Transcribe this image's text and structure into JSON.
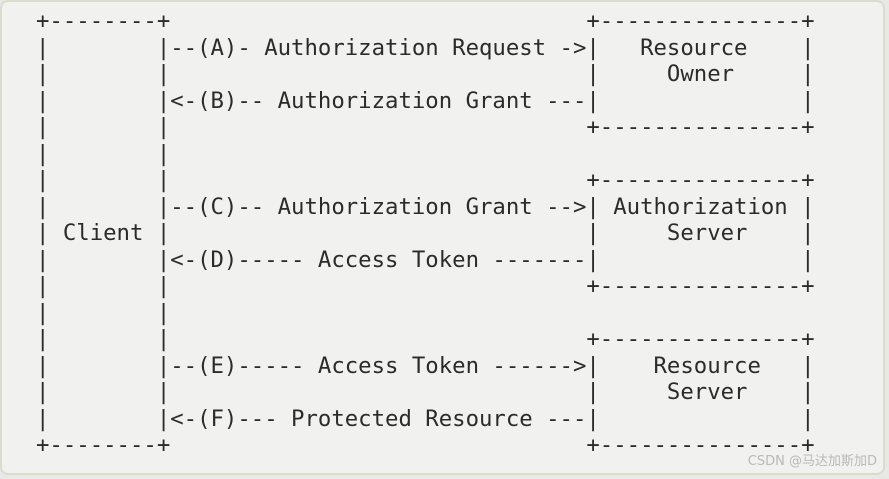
{
  "diagram": {
    "lines": [
      "+--------+                               +---------------+",
      "|        |--(A)- Authorization Request ->|   Resource    |",
      "|        |                               |     Owner     |",
      "|        |<-(B)-- Authorization Grant ---|               |",
      "|        |                               +---------------+",
      "|        |",
      "|        |                               +---------------+",
      "|        |--(C)-- Authorization Grant -->| Authorization |",
      "| Client |                               |     Server    |",
      "|        |<-(D)----- Access Token -------|               |",
      "|        |                               +---------------+",
      "|        |",
      "|        |                               +---------------+",
      "|        |--(E)----- Access Token ------>|    Resource   |",
      "|        |                               |     Server    |",
      "|        |<-(F)--- Protected Resource ---|               |",
      "+--------+                               +---------------+"
    ]
  },
  "watermark": "CSDN @马达加斯加D"
}
